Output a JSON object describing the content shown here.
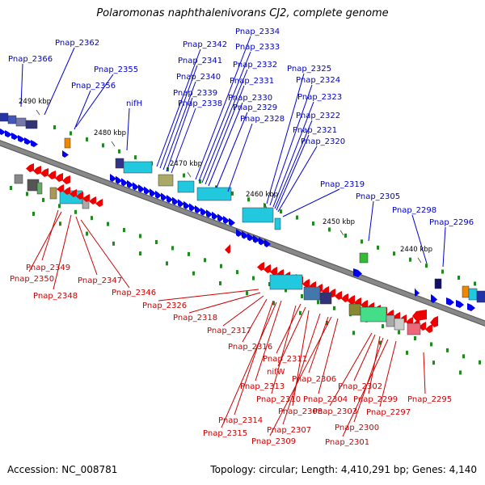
{
  "title": "Polaromonas naphthalenivorans CJ2, complete genome",
  "footer": {
    "accession": "Accession: NC_008781",
    "summary": "Topology: circular; Length: 4,410,291 bp; Genes: 4,140"
  },
  "colors": {
    "forward_strand": "#0000ee",
    "reverse_strand": "#ee0000",
    "backbone": "#888888",
    "tick": "#228822",
    "forward_label": "#0000cc",
    "reverse_label": "#cc0000"
  },
  "scale_labels": [
    "2490 kbp",
    "2480 kbp",
    "2470 kbp",
    "2460 kbp",
    "2450 kbp",
    "2440 kbp"
  ],
  "forward_genes": [
    "Pnap_2366",
    "Pnap_2362",
    "Pnap_2355",
    "Pnap_2356",
    "nifH",
    "Pnap_2342",
    "Pnap_2341",
    "Pnap_2340",
    "Pnap_2339",
    "Pnap_2338",
    "Pnap_2334",
    "Pnap_2333",
    "Pnap_2332",
    "Pnap_2331",
    "Pnap_2330",
    "Pnap_2329",
    "Pnap_2328",
    "Pnap_2325",
    "Pnap_2324",
    "Pnap_2323",
    "Pnap_2322",
    "Pnap_2321",
    "Pnap_2320",
    "Pnap_2319",
    "Pnap_2305",
    "Pnap_2298",
    "Pnap_2296"
  ],
  "reverse_genes": [
    "Pnap_2349",
    "Pnap_2350",
    "Pnap_2348",
    "Pnap_2347",
    "Pnap_2346",
    "Pnap_2326",
    "Pnap_2318",
    "Pnap_2317",
    "Pnap_2316",
    "Pnap_2311",
    "nifW",
    "Pnap_2313",
    "Pnap_2310",
    "Pnap_2308",
    "Pnap_2314",
    "Pnap_2315",
    "Pnap_2307",
    "Pnap_2309",
    "Pnap_2306",
    "Pnap_2304",
    "Pnap_2302",
    "Pnap_2299",
    "Pnap_2303",
    "Pnap_2297",
    "Pnap_2300",
    "Pnap_2301",
    "Pnap_2295"
  ]
}
